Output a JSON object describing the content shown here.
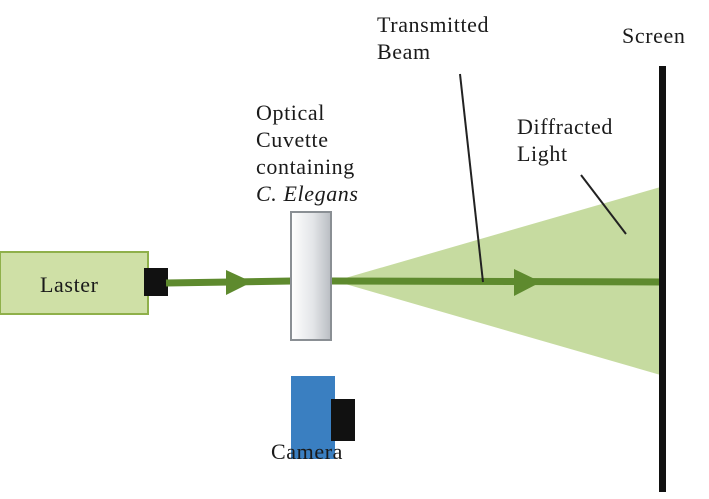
{
  "labels": {
    "laser": "Laster",
    "cuvette_line1": "Optical",
    "cuvette_line2": "Cuvette",
    "cuvette_line3": "containing",
    "cuvette_line4": "C. Elegans",
    "transmitted_line1": "Transmitted",
    "transmitted_line2": "Beam",
    "diffracted_line1": "Diffracted",
    "diffracted_line2": "Light",
    "screen": "Screen",
    "camera": "Camera"
  },
  "colors": {
    "laser_fill": "#cfe0a6",
    "laser_stroke": "#8fb04a",
    "beam": "#5e8a2e",
    "cone": "#c6dba0",
    "cuvette_stroke": "#8a8f94",
    "camera_body": "#3a7fc1",
    "lens": "#111111",
    "screen": "#111111"
  }
}
